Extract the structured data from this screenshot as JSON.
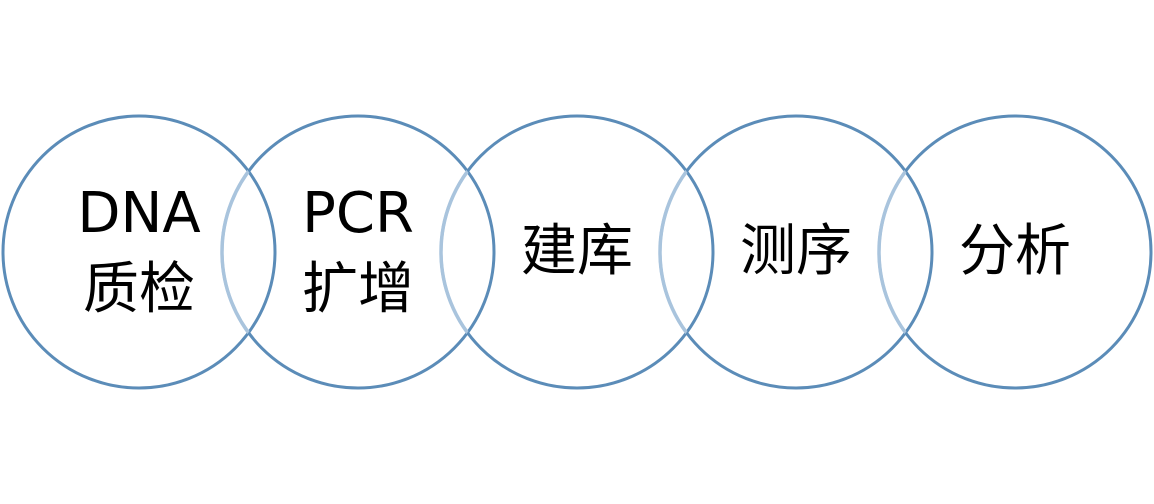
{
  "diagram": {
    "stroke_color": "#5b8cb8",
    "overlap_color": "#a9c4dd",
    "steps": [
      {
        "lines": [
          "DNA",
          "质检"
        ]
      },
      {
        "lines": [
          "PCR",
          "扩增"
        ]
      },
      {
        "lines": [
          "建库"
        ]
      },
      {
        "lines": [
          "测序"
        ]
      },
      {
        "lines": [
          "分析"
        ]
      }
    ]
  }
}
